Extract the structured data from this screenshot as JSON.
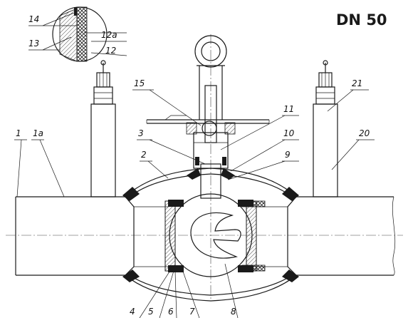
{
  "title": "DN 50",
  "callouts": [
    "1",
    "1a",
    "2",
    "3",
    "4",
    "5",
    "6",
    "7",
    "8",
    "9",
    "10",
    "11",
    "12",
    "12a",
    "13",
    "14",
    "15",
    "20",
    "21"
  ]
}
